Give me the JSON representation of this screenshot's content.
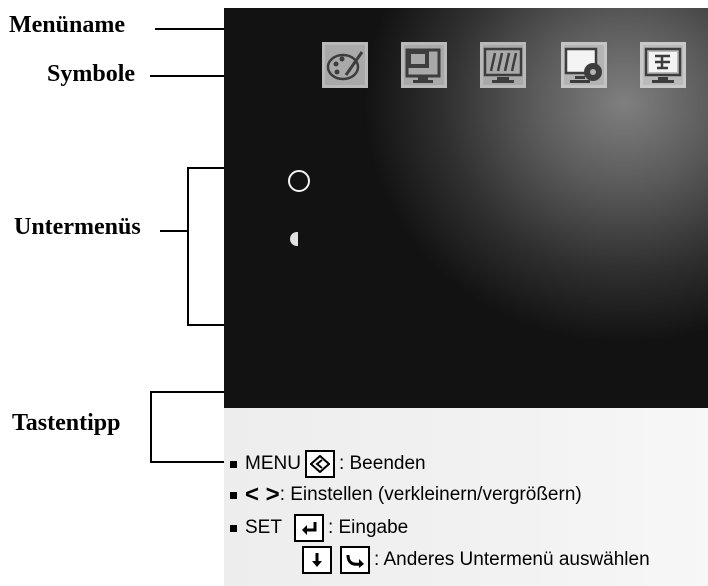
{
  "labels": {
    "menuname": "Menüname",
    "symbole": "Symbole",
    "untermenus": "Untermenüs",
    "tastentipp": "Tastentipp"
  },
  "icons": [
    "picture-palette-icon",
    "screen-position-icon",
    "tracking-icon",
    "setup-icon",
    "special-icon"
  ],
  "tips": {
    "menu_key": "MENU",
    "menu_text": ": Beenden",
    "adjust_keys": "< >",
    "adjust_text": ": Einstellen (verkleinern/vergrößern)",
    "set_key": "SET",
    "set_text": ": Eingabe",
    "select_text": ": Anderes Untermenü auswählen"
  }
}
